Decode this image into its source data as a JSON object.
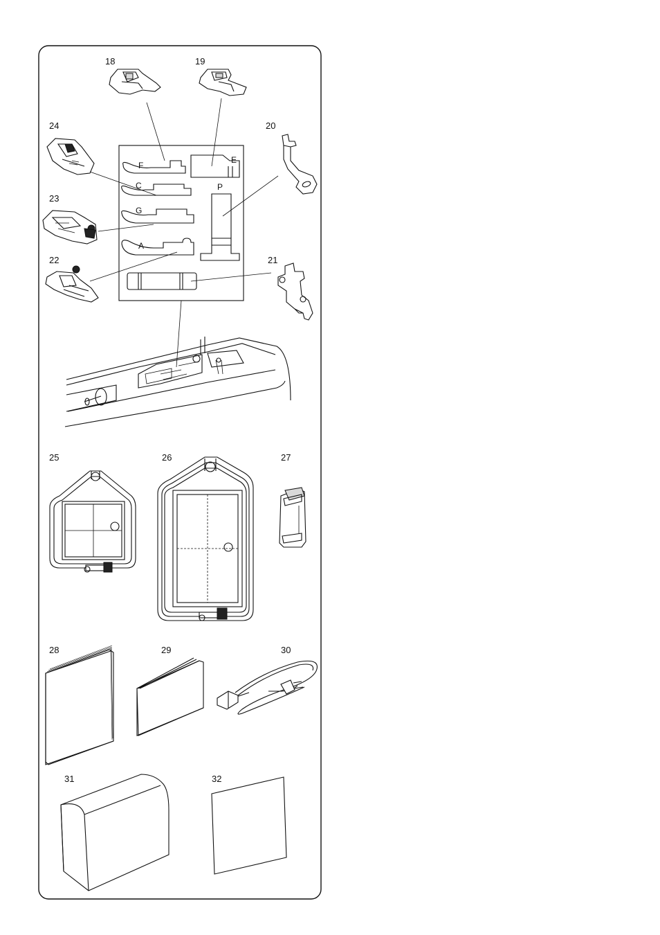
{
  "item_numbers": {
    "n18": "18",
    "n19": "19",
    "n20": "20",
    "n21": "21",
    "n22": "22",
    "n23": "23",
    "n24": "24",
    "n25": "25",
    "n26": "26",
    "n27": "27",
    "n28": "28",
    "n29": "29",
    "n30": "30",
    "n31": "31",
    "n32": "32"
  },
  "compartment_letters": {
    "F": "F",
    "E": "E",
    "C": "C",
    "P": "P",
    "G": "G",
    "A": "A"
  }
}
